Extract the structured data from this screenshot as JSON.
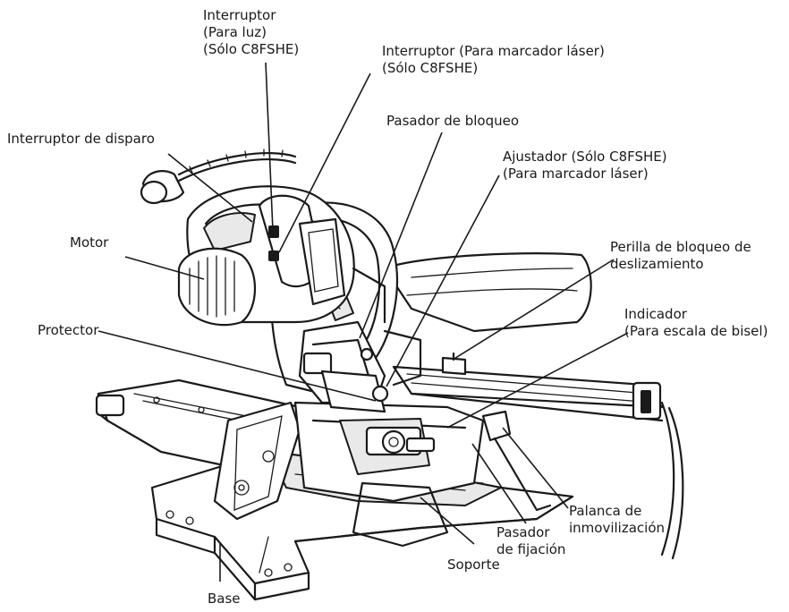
{
  "labels": {
    "switch_light": [
      "Interruptor",
      "(Para luz)",
      "(Sólo C8FSHE)"
    ],
    "switch_laser": [
      "Interruptor (Para marcador láser)",
      "(Sólo C8FSHE)"
    ],
    "trigger_switch": [
      "Interruptor de disparo"
    ],
    "lock_pin": [
      "Pasador de bloqueo"
    ],
    "adjuster": [
      "Ajustador (Sólo C8FSHE)",
      "(Para marcador láser)"
    ],
    "motor": [
      "Motor"
    ],
    "slide_lock_knob": [
      "Perilla de bloqueo de",
      "deslizamiento"
    ],
    "protector": [
      "Protector"
    ],
    "indicator": [
      "Indicador",
      "(Para escala de bisel)"
    ],
    "lock_lever": [
      "Palanca de",
      "inmovilización"
    ],
    "fixing_pin": [
      "Pasador",
      "de fijación"
    ],
    "support": [
      "Soporte"
    ],
    "base": [
      "Base"
    ]
  }
}
